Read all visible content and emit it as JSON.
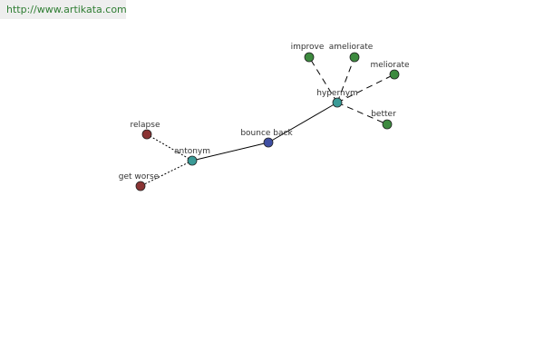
{
  "site": {
    "url_text": "http://www.artikata.com"
  },
  "colors": {
    "root_node": "#3f4ea2",
    "relation_node": "#3a9a96",
    "hypernym_leaf": "#3d8a3f",
    "antonym_leaf": "#8a3434",
    "edge": "#000000"
  },
  "graph": {
    "nodes": {
      "root": {
        "label": "bounce back",
        "kind": "root"
      },
      "hypernym": {
        "label": "hypernym",
        "kind": "relation"
      },
      "antonym": {
        "label": "antonym",
        "kind": "relation"
      },
      "improve": {
        "label": "improve",
        "kind": "hypernym_leaf"
      },
      "ameliorate": {
        "label": "ameliorate",
        "kind": "hypernym_leaf"
      },
      "meliorate": {
        "label": "meliorate",
        "kind": "hypernym_leaf"
      },
      "better": {
        "label": "better",
        "kind": "hypernym_leaf"
      },
      "relapse": {
        "label": "relapse",
        "kind": "antonym_leaf"
      },
      "get_worse": {
        "label": "get worse",
        "kind": "antonym_leaf"
      }
    },
    "edges": [
      {
        "from": "root",
        "to": "hypernym",
        "style": "solid"
      },
      {
        "from": "root",
        "to": "antonym",
        "style": "solid"
      },
      {
        "from": "hypernym",
        "to": "improve",
        "style": "dashed"
      },
      {
        "from": "hypernym",
        "to": "ameliorate",
        "style": "dashed"
      },
      {
        "from": "hypernym",
        "to": "meliorate",
        "style": "dashed"
      },
      {
        "from": "hypernym",
        "to": "better",
        "style": "dashed"
      },
      {
        "from": "antonym",
        "to": "relapse",
        "style": "dotted"
      },
      {
        "from": "antonym",
        "to": "get_worse",
        "style": "dotted"
      }
    ]
  }
}
